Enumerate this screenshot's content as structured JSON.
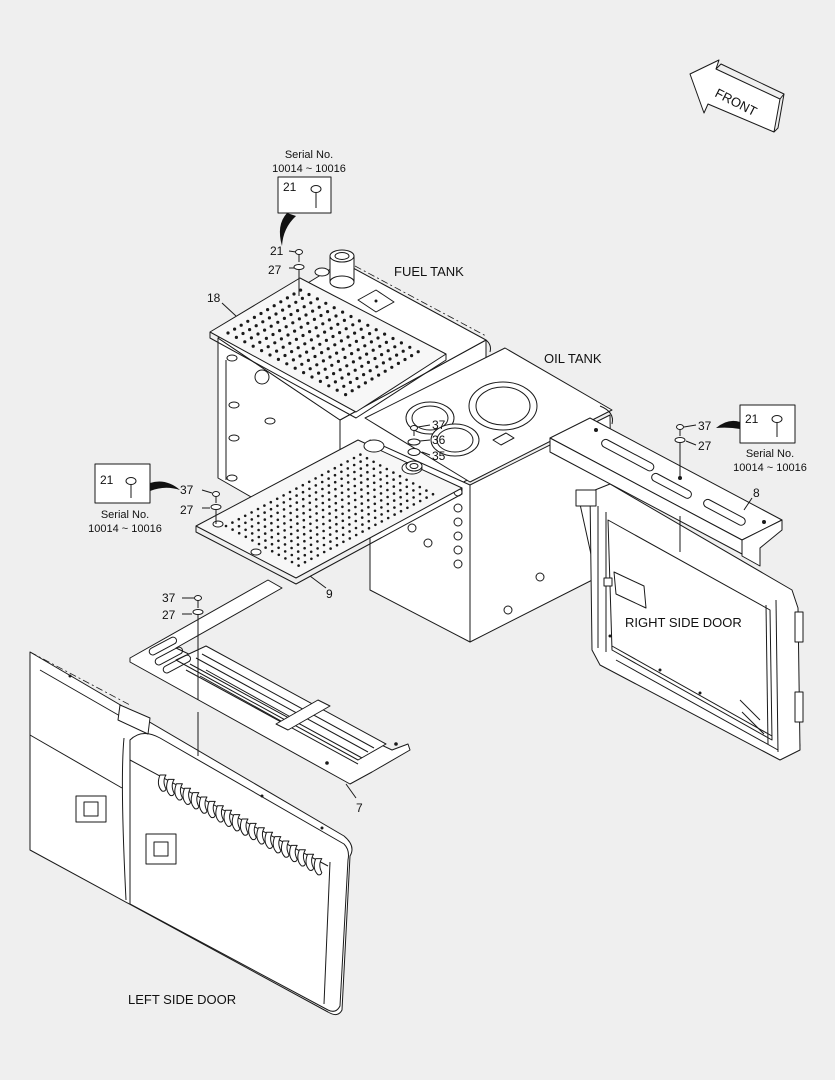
{
  "labels": {
    "front": "FRONT",
    "fuel_tank": "FUEL TANK",
    "oil_tank": "OIL TANK",
    "right_side_door": "RIGHT SIDE DOOR",
    "left_side_door": "LEFT SIDE DOOR"
  },
  "serial_notes": [
    {
      "line1": "Serial No.",
      "line2": "10014 ~ 10016",
      "part": "21"
    },
    {
      "line1": "Serial No.",
      "line2": "10014 ~ 10016",
      "part": "21"
    },
    {
      "line1": "Serial No.",
      "line2": "10014 ~ 10016",
      "part": "21"
    }
  ],
  "callouts": {
    "top_21": "21",
    "top_27": "27",
    "p18": "18",
    "p37a": "37",
    "p36": "36",
    "p35": "35",
    "left_37": "37",
    "left_27": "27",
    "p9": "9",
    "right_37": "37",
    "right_27": "27",
    "p8": "8",
    "bot_37": "37",
    "bot_27": "27",
    "p7": "7"
  }
}
